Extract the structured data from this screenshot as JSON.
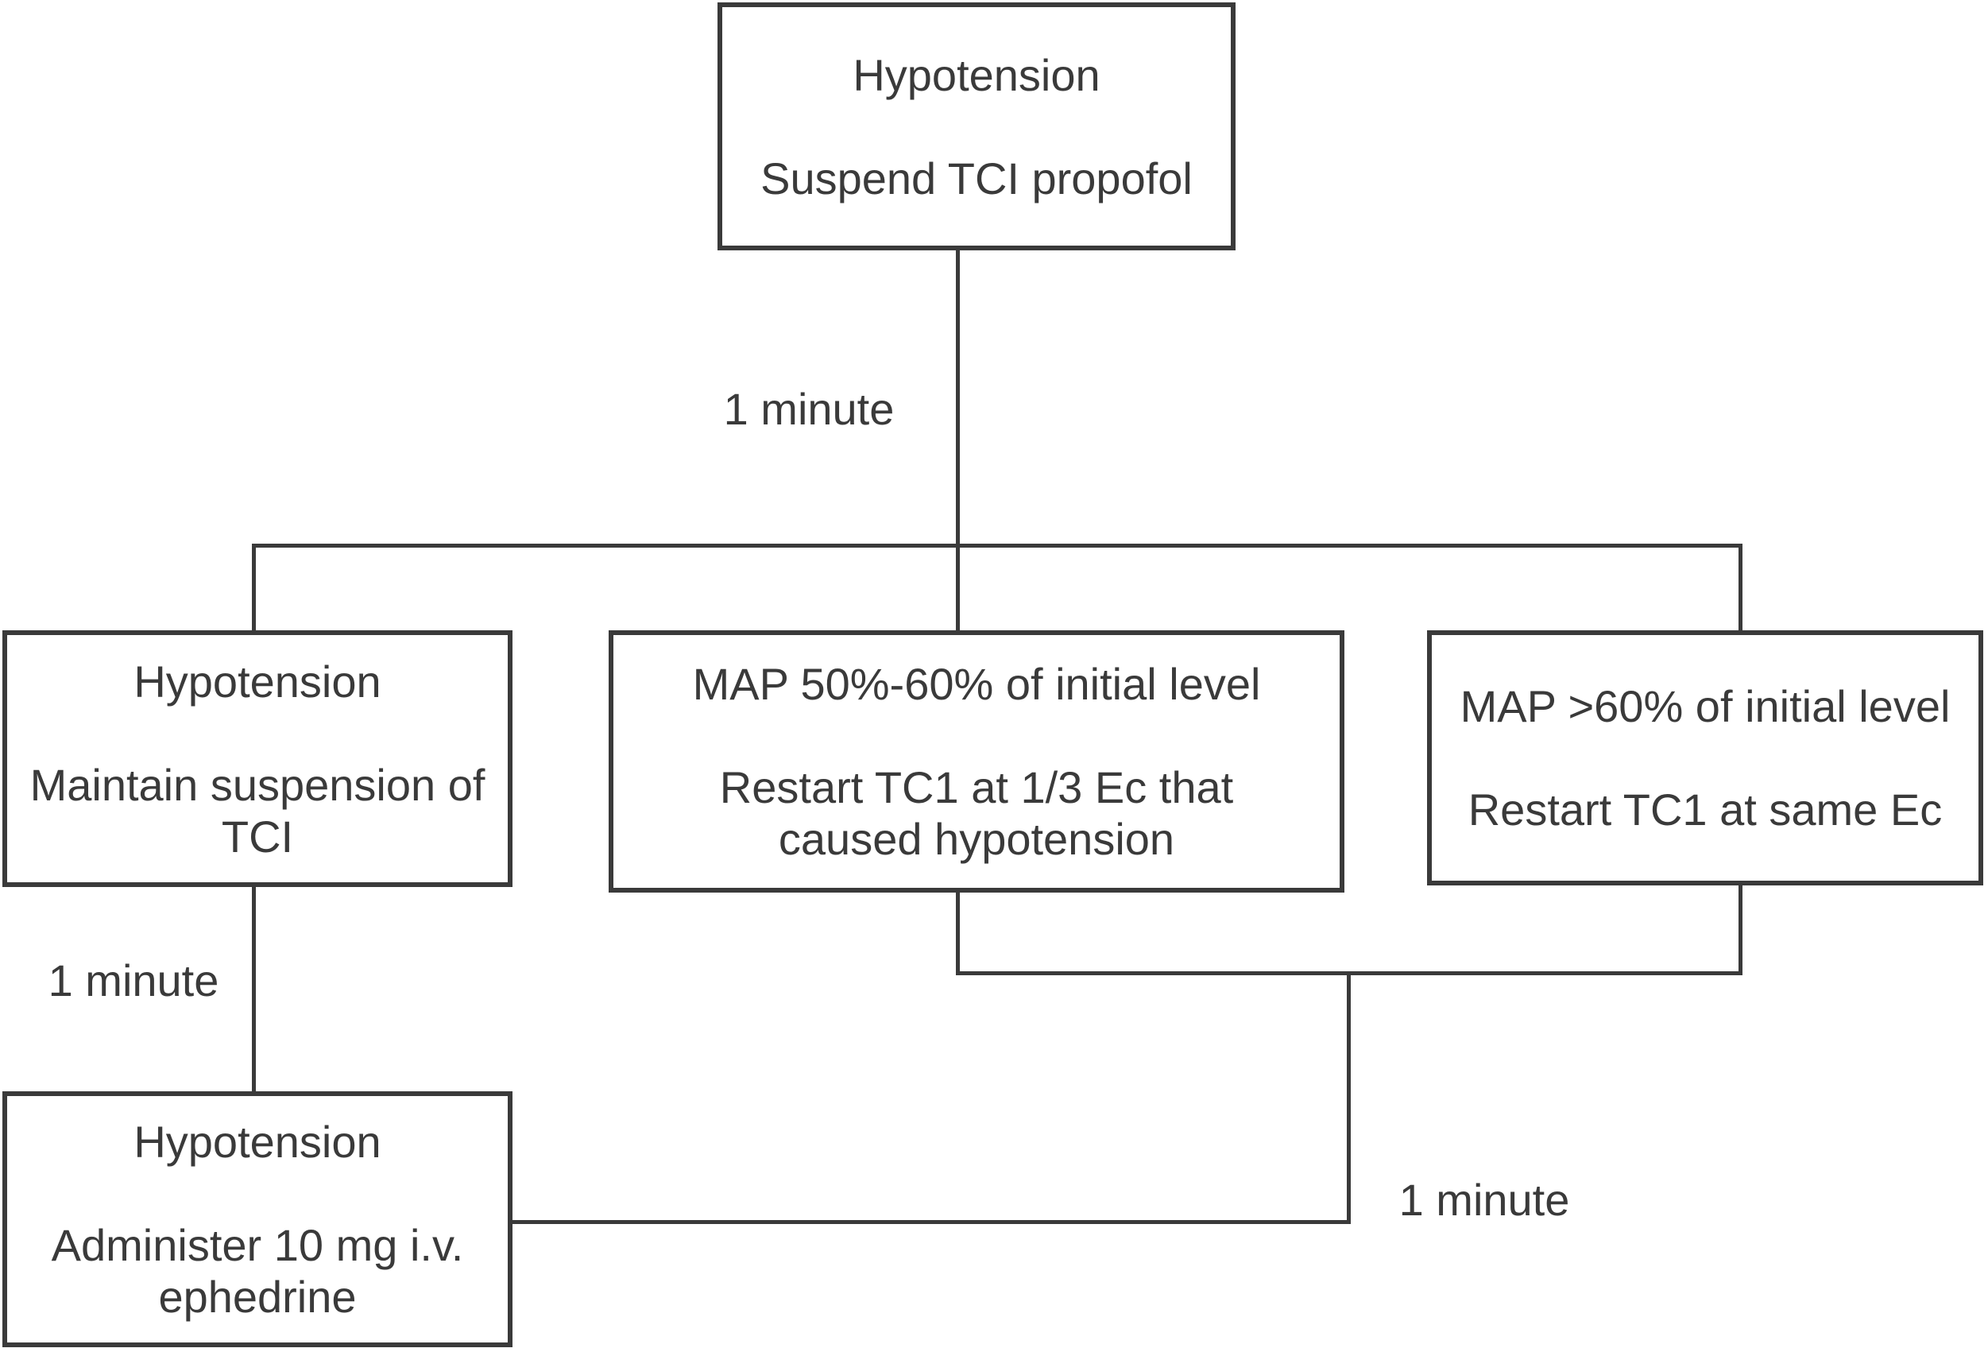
{
  "colors": {
    "ink": "#3a3a3a",
    "background": "#ffffff"
  },
  "nodes": {
    "top": {
      "title": "Hypotension",
      "action": "Suspend TCI propofol"
    },
    "left": {
      "title": "Hypotension",
      "action": "Maintain suspension of\nTCI"
    },
    "middle": {
      "title": "MAP 50%-60% of initial level",
      "action": "Restart TC1 at 1/3 Ec that\ncaused hypotension"
    },
    "right": {
      "title": "MAP >60% of initial level",
      "action": "Restart TC1 at same Ec"
    },
    "bottom_left": {
      "title": "Hypotension",
      "action": "Administer 10 mg i.v.\nephedrine"
    }
  },
  "edge_labels": {
    "top_delay": "1 minute",
    "left_delay": "1 minute",
    "loop_delay": "1 minute"
  }
}
